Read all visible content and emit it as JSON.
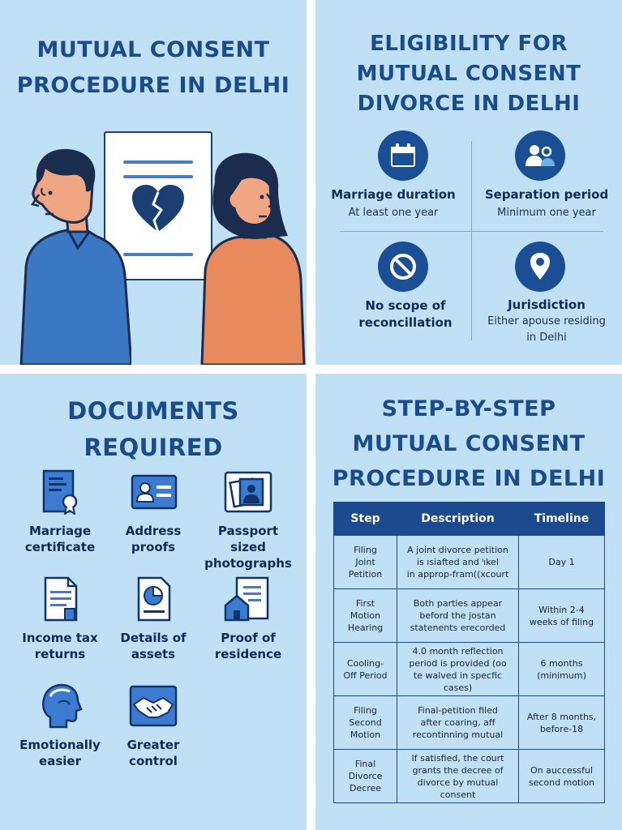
{
  "procedure_panel": {
    "title_line1": "MUTUAL CONSENT",
    "title_line2": "PROCEDURE IN DELHI"
  },
  "eligibility_panel": {
    "title_line1": "ELIGIBILITY FOR",
    "title_line2": "MUTUAL CONSENT",
    "title_line3": "DIVORCE IN DELHI",
    "items": [
      {
        "heading": "Marriage duration",
        "sub1": "At least one year",
        "sub2": "",
        "icon": "calendar-icon"
      },
      {
        "heading": "Separation period",
        "sub1": "Minimum one year",
        "sub2": "",
        "icon": "people-icon"
      },
      {
        "heading1": "No scope of",
        "heading2": "reconcillation",
        "icon": "no-entry-icon"
      },
      {
        "heading": "Jurisdiction",
        "sub1": "Either apouse residing",
        "sub2": "in Delhi",
        "icon": "location-pin-icon"
      }
    ]
  },
  "documents_panel": {
    "title_line1": "DOCUMENTS",
    "title_line2": "REQUIRED",
    "items": [
      {
        "line1": "Marriage",
        "line2": "certificate",
        "icon": "certificate-icon"
      },
      {
        "line1": "Address",
        "line2": "proofs",
        "icon": "id-card-icon"
      },
      {
        "line1": "Passport sized",
        "line2": "photographs",
        "icon": "photo-icon"
      },
      {
        "line1": "Income tax",
        "line2": "returns",
        "icon": "document-icon"
      },
      {
        "line1": "Details of",
        "line2": "assets",
        "icon": "chart-doc-icon"
      },
      {
        "line1": "Proof of",
        "line2": "residence",
        "icon": "house-doc-icon"
      },
      {
        "line1": "Emotionally",
        "line2": "easier",
        "icon": "head-icon"
      },
      {
        "line1": "Greater",
        "line2": "control",
        "icon": "handshake-icon"
      }
    ]
  },
  "steps_panel": {
    "title_line1": "STEP-BY-STEP",
    "title_line2": "MUTUAL CONSENT",
    "title_line3": "PROCEDURE IN DELHI",
    "headers": {
      "step": "Step",
      "description": "Description",
      "timeline": "Timeline"
    },
    "rows": [
      {
        "step": [
          "Filing",
          "Joint",
          "Petition"
        ],
        "description": [
          "A joint divorce petition",
          "is ısiafted and ˡıkel",
          "in approp-fram((xcourt"
        ],
        "timeline": [
          "Day 1"
        ]
      },
      {
        "step": [
          "First",
          "Motion",
          "Hearing"
        ],
        "description": [
          "Both parties appear",
          "beford the jostan",
          "statenents erecorded"
        ],
        "timeline": [
          "Within 2-4",
          "weeks of filing"
        ]
      },
      {
        "step": [
          "Cooling-",
          "Off Period"
        ],
        "description": [
          "4.0 month reflection",
          "period is provided (oo",
          "te walved in specfic cases)"
        ],
        "timeline": [
          "6 months",
          "(minimum)"
        ]
      },
      {
        "step": [
          "Filing",
          "Second",
          "Motion"
        ],
        "description": [
          "Final-petition filed",
          "after coaring, aff",
          "recontinning mutual"
        ],
        "timeline": [
          "After 8 months,",
          "before-18"
        ]
      },
      {
        "step": [
          "Final",
          "Divorce",
          "Decree"
        ],
        "description": [
          "If satisfied, the court",
          "grants the decree of",
          "divorce by mutual consent"
        ],
        "timeline": [
          "On auccessful",
          "second motion"
        ]
      }
    ]
  },
  "colors": {
    "panel_bg": "#bfe0f5",
    "title_blue": "#1a4c8c",
    "icon_blue": "#1b4f95",
    "man_shirt": "#3b78c4",
    "woman_shirt": "#e98a5c"
  }
}
